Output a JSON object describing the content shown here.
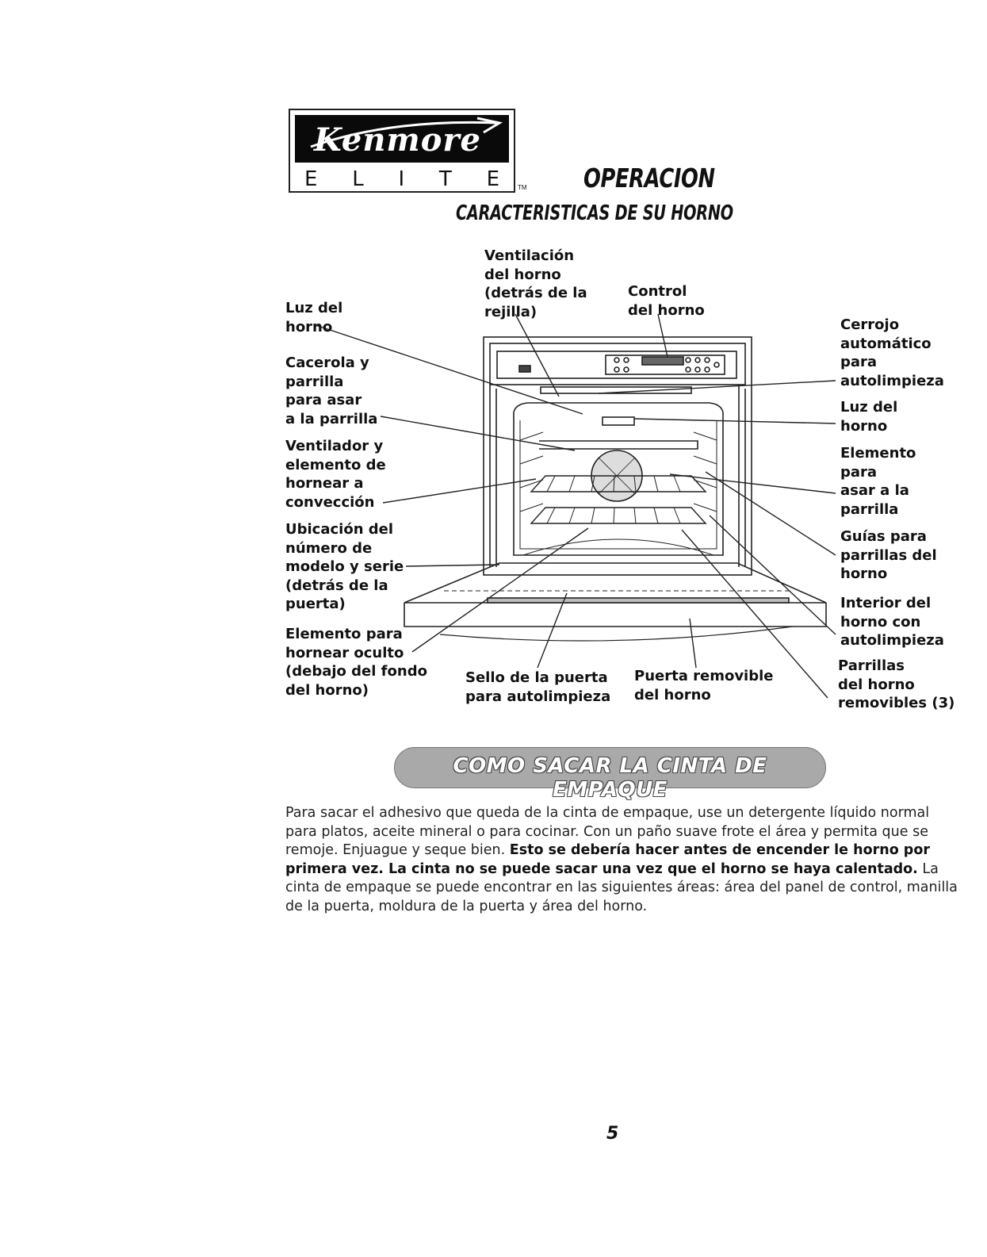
{
  "logo": {
    "brand": "Kenmore",
    "sub_letters": [
      "E",
      "L",
      "I",
      "T",
      "E"
    ],
    "tm": "TM"
  },
  "heading": {
    "main": "OPERACION",
    "sub": "CARACTERISTICAS DE SU HORNO"
  },
  "diagram": {
    "labels": {
      "ventilacion": "Ventilación\ndel horno\n(detrás de la\nrejilla)",
      "control": "Control\ndel horno",
      "luz_left": "Luz del\nhorno",
      "cacerola": "Cacerola y\nparrilla\npara asar\na la parrilla",
      "ventilador": "Ventilador y\nelemento de\nhornear a\nconvección",
      "ubicacion": "Ubicación del\nnúmero de\nmodelo y serie\n(detrás de la\npuerta)",
      "elemento_oculto": "Elemento para\nhornear oculto\n(debajo del fondo\ndel horno)",
      "sello": "Sello de la puerta\npara autolimpieza",
      "puerta": "Puerta removible\ndel horno",
      "cerrojo": "Cerrojo\nautomático\npara\nautolimpieza",
      "luz_right": "Luz del\nhorno",
      "elemento_asar": "Elemento\npara\nasar a la\nparrilla",
      "guias": "Guías para\nparrillas del\nhorno",
      "interior": "Interior del\nhorno con\nautolimpieza",
      "parrillas": "Parrillas\ndel horno\nremovibles (3)"
    }
  },
  "banner": {
    "text": "COMO SACAR LA CINTA DE EMPAQUE"
  },
  "body": {
    "p1": "Para sacar el adhesivo que queda de la cinta de empaque, use un detergente líquido normal para platos, aceite mineral o para cocinar. Con un paño suave frote el área y permita que se remoje. Enjuague y seque bien. ",
    "p2_bold": "Esto se debería hacer antes de encender le horno por primera vez. La cinta no se puede sacar una vez que el horno se haya calentado.",
    "p3": " La cinta de empaque se puede encontrar en las siguientes áreas: área del panel de control, manilla de la puerta, moldura de la puerta y área del horno."
  },
  "page_number": "5"
}
